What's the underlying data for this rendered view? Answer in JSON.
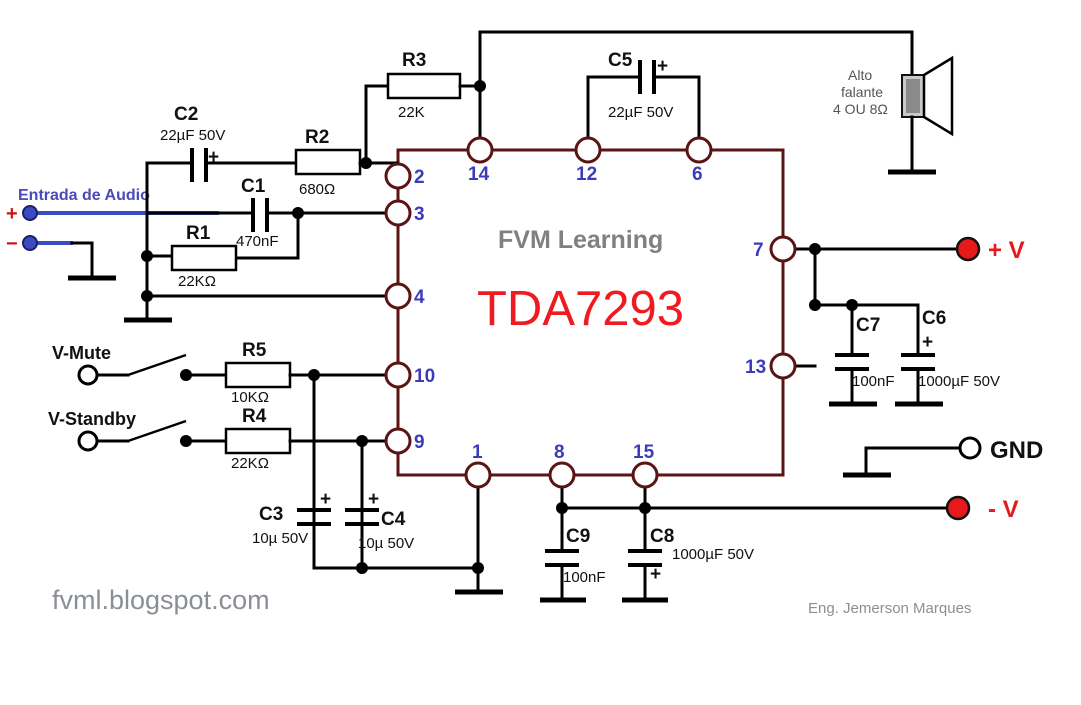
{
  "title": "TDA7293 Amplifier Schematic",
  "chip": {
    "name": "TDA7293",
    "brand": "FVM Learning",
    "pins_top": [
      "14",
      "12",
      "6"
    ],
    "pins_left": [
      "2",
      "3",
      "4",
      "10",
      "9"
    ],
    "pins_right": [
      "7",
      "13"
    ],
    "pins_bottom": [
      "1",
      "8",
      "15"
    ]
  },
  "input": {
    "label": "Entrada de Audio",
    "plus": "+",
    "minus": "−"
  },
  "signals": {
    "v_mute": "V-Mute",
    "v_standby": "V-Standby"
  },
  "rails": {
    "plus_v": "+ V",
    "minus_v": "- V",
    "gnd": "GND"
  },
  "speaker": {
    "line1": "Alto",
    "line2": "falante",
    "line3": "4 OU 8Ω"
  },
  "components": [
    {
      "ref": "C1",
      "value": "470nF",
      "type": "capacitor",
      "polarized": false
    },
    {
      "ref": "C2",
      "value": "22µF 50V",
      "type": "capacitor",
      "polarized": true
    },
    {
      "ref": "C3",
      "value": "10µ 50V",
      "type": "capacitor",
      "polarized": true
    },
    {
      "ref": "C4",
      "value": "10µ 50V",
      "type": "capacitor",
      "polarized": true
    },
    {
      "ref": "C5",
      "value": "22µF 50V",
      "type": "capacitor",
      "polarized": true
    },
    {
      "ref": "C6",
      "value": "1000µF 50V",
      "type": "capacitor",
      "polarized": true
    },
    {
      "ref": "C7",
      "value": "100nF",
      "type": "capacitor",
      "polarized": false
    },
    {
      "ref": "C8",
      "value": "1000µF 50V",
      "type": "capacitor",
      "polarized": true
    },
    {
      "ref": "C9",
      "value": "100nF",
      "type": "capacitor",
      "polarized": false
    },
    {
      "ref": "R1",
      "value": "22KΩ",
      "type": "resistor"
    },
    {
      "ref": "R2",
      "value": "680Ω",
      "type": "resistor"
    },
    {
      "ref": "R3",
      "value": "22K",
      "type": "resistor"
    },
    {
      "ref": "R4",
      "value": "22KΩ",
      "type": "resistor"
    },
    {
      "ref": "R5",
      "value": "10KΩ",
      "type": "resistor"
    }
  ],
  "refs": {
    "C1": "C1",
    "C2": "C2",
    "C3": "C3",
    "C4": "C4",
    "C5": "C5",
    "C6": "C6",
    "C7": "C7",
    "C8": "C8",
    "C9": "C9",
    "R1": "R1",
    "R2": "R2",
    "R3": "R3",
    "R4": "R4",
    "R5": "R5"
  },
  "values": {
    "C1": "470nF",
    "C2": "22µF 50V",
    "C3": "10µ 50V",
    "C4": "10µ 50V",
    "C5": "22µF 50V",
    "C6": "1000µF 50V",
    "C7": "100nF",
    "C8": "1000µF 50V",
    "C9": "100nF",
    "R1": "22KΩ",
    "R2": "680Ω",
    "R3": "22K",
    "R4": "22KΩ",
    "R5": "10KΩ"
  },
  "polarity": {
    "mark": "+"
  },
  "footer": {
    "site": "fvml.blogspot.com",
    "credit": "Eng. Jemerson Marques"
  },
  "colors": {
    "ic_outline": "#5a1414",
    "wire": "#000000",
    "pin_number": "#3b3bbb",
    "chip_name": "#ef1b20",
    "rail_positive": "#e8191b",
    "input_blue": "#3b4cc0",
    "brand_gray": "#808080"
  }
}
